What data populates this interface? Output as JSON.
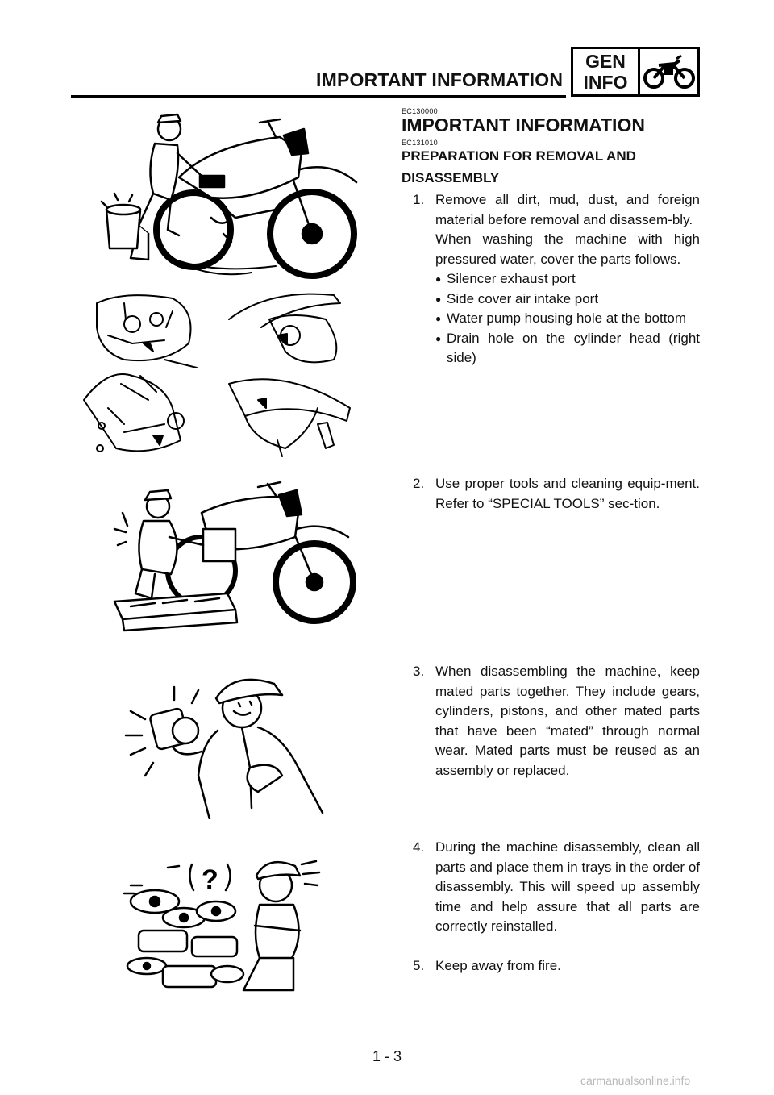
{
  "header": {
    "title": "IMPORTANT INFORMATION",
    "tag_line1": "GEN",
    "tag_line2": "INFO",
    "tag_icon": "motorcycle-icon"
  },
  "section": {
    "code_main": "EC130000",
    "title": "IMPORTANT INFORMATION",
    "code_sub": "EC131010",
    "subtitle": "PREPARATION FOR REMOVAL AND DISASSEMBLY"
  },
  "steps": {
    "s1": {
      "num": "1.",
      "text": "Remove all dirt, mud, dust, and foreign material before removal and disassem-bly.",
      "extra": "When washing the machine with high pressured water, cover the parts follows.",
      "bullets": [
        "Silencer exhaust port",
        "Side cover air intake port",
        "Water pump housing hole at the bottom",
        "Drain hole on the cylinder head (right side)"
      ]
    },
    "s2": {
      "num": "2.",
      "text": "Use proper tools and cleaning equip-ment. Refer to “SPECIAL TOOLS” sec-tion."
    },
    "s3": {
      "num": "3.",
      "text": "When disassembling the machine, keep mated parts together. They include gears, cylinders, pistons, and other mated parts that have been “mated” through normal wear. Mated parts must be reused as an assembly or replaced."
    },
    "s4": {
      "num": "4.",
      "text": "During the machine disassembly, clean all parts and place them in trays in the order of disassembly. This will speed up assembly time and help assure that all parts are correctly reinstalled."
    },
    "s5": {
      "num": "5.",
      "text": "Keep away from fire."
    }
  },
  "bullet_glyph": "●",
  "illustrations": {
    "question_mark": "?"
  },
  "footer": {
    "page": "1 - 3"
  },
  "watermark": "carmanualsonline.info"
}
